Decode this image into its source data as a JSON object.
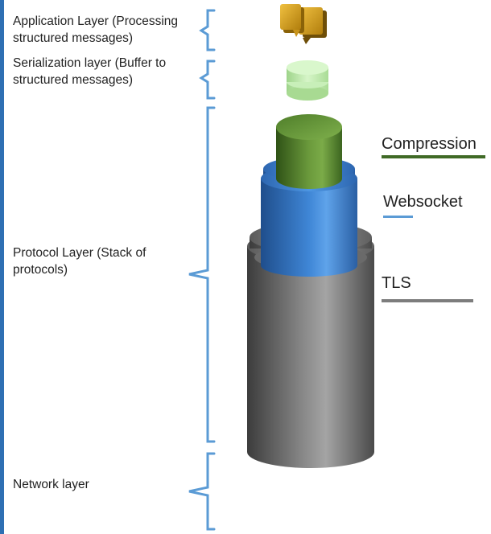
{
  "layers": {
    "application": "Application Layer (Processing structured messages)",
    "serialization": "Serialization layer (Buffer to structured messages)",
    "protocol": "Protocol Layer (Stack of protocols)",
    "network": "Network layer"
  },
  "protocols": {
    "compression": "Compression",
    "websocket": "Websocket",
    "tls": "TLS"
  },
  "colors": {
    "bracket": "#5b9bd5",
    "compression": "#3f6a26",
    "websocket": "#5b9bd5",
    "tls": "#7d7d7d",
    "message_icon": "#d4a017",
    "buffer_disk": "#b7e6a6"
  }
}
